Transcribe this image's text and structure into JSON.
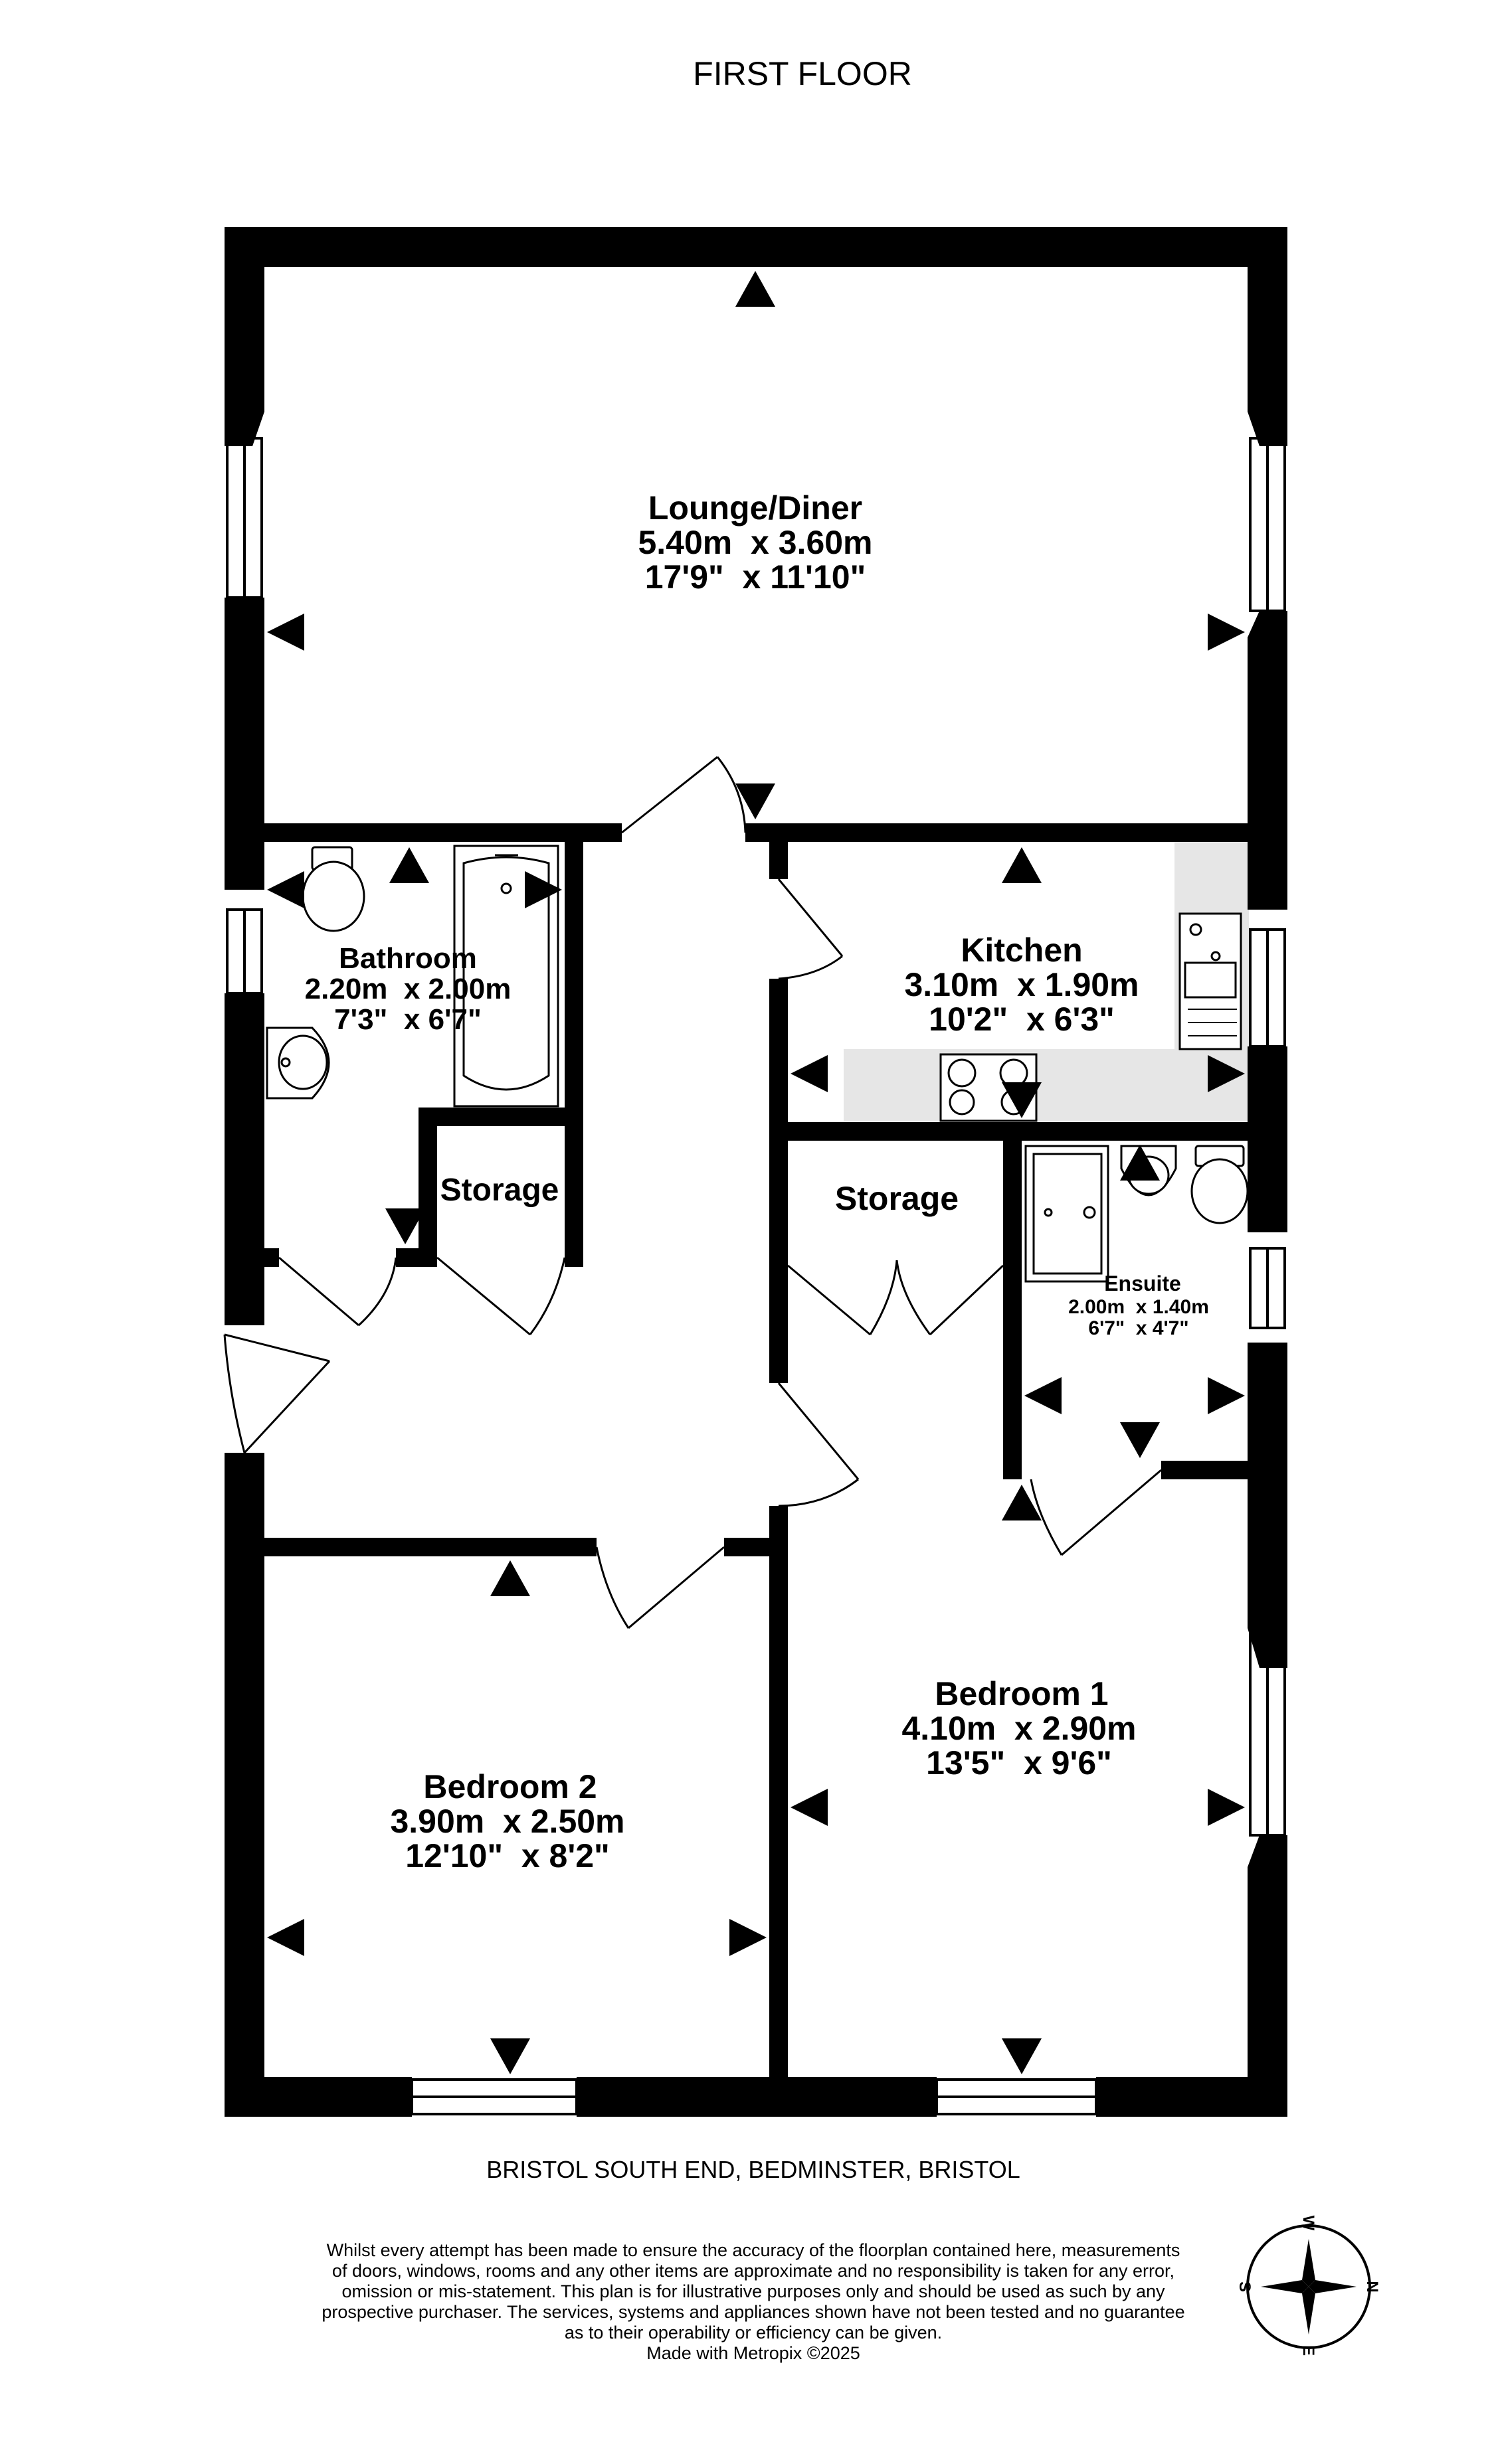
{
  "floor_title": "FIRST FLOOR",
  "rooms": {
    "lounge": {
      "name": "Lounge/Diner",
      "metric": "5.40m  x 3.60m",
      "imperial": "17'9\"  x 11'10\""
    },
    "bathroom": {
      "name": "Bathroom",
      "metric": "2.20m  x 2.00m",
      "imperial": "7'3\"  x 6'7\""
    },
    "kitchen": {
      "name": "Kitchen",
      "metric": "3.10m  x 1.90m",
      "imperial": "10'2\"  x 6'3\""
    },
    "storage1": {
      "name": "Storage"
    },
    "storage2": {
      "name": "Storage"
    },
    "ensuite": {
      "name": "Ensuite",
      "metric": "2.00m  x 1.40m",
      "imperial": "6'7\"  x 4'7\""
    },
    "bedroom1": {
      "name": "Bedroom 1",
      "metric": "4.10m  x 2.90m",
      "imperial": "13'5\"  x 9'6\""
    },
    "bedroom2": {
      "name": "Bedroom 2",
      "metric": "3.90m  x 2.50m",
      "imperial": "12'10\"  x 8'2\""
    }
  },
  "address": "BRISTOL SOUTH END, BEDMINSTER, BRISTOL",
  "disclaimer": [
    "Whilst every attempt has been made to ensure the accuracy of the floorplan contained here, measurements",
    "of doors, windows, rooms and any other items are approximate and no responsibility is taken for any error,",
    "omission or mis-statement. This plan is for illustrative purposes only and should be used as such by any",
    "prospective purchaser. The services, systems and appliances shown have not been tested and no guarantee",
    "as to their operability or efficiency can be given.",
    "Made with Metropix ©2025"
  ],
  "compass": {
    "n": "N",
    "e": "E",
    "s": "S",
    "w": "W"
  },
  "colors": {
    "wall": "#000000",
    "fitted_unit": "#e6e6e6",
    "background": "#ffffff"
  }
}
